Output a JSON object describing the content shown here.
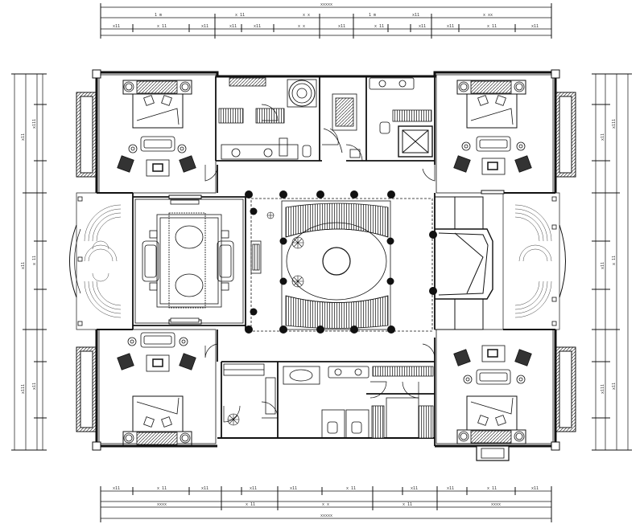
{
  "drawing": {
    "stroke_color": "#111111",
    "background": "#ffffff"
  },
  "dimensions": {
    "top_total": "xxxxx",
    "top_row2": [
      "1 m",
      "x 11",
      "x x",
      "1 m",
      "x11",
      "x xx"
    ],
    "top_row3": [
      "x11",
      "x 11",
      "x11",
      "x11",
      "x11",
      "x x",
      "x11",
      "x 11",
      "x11",
      "x11",
      "x 11",
      "x11"
    ],
    "bottom_row1": [
      "x11",
      "x 11",
      "x11",
      "x11",
      "x11",
      "x 11",
      "x11",
      "x11",
      "x 11",
      "x11"
    ],
    "bottom_row2": [
      "xxxx",
      "x 11",
      "x x",
      "x 11",
      "xxxx"
    ],
    "bottom_total": "xxxxx",
    "left_labels": [
      "x11",
      "x111",
      "x11",
      "x 11",
      "x111",
      "x11"
    ],
    "right_labels": [
      "x11",
      "x111",
      "x11",
      "x 11",
      "x111",
      "x11"
    ]
  },
  "icons": [
    "bed-icon",
    "armchair-icon",
    "sofa-icon",
    "dining-table-icon",
    "toilet-icon",
    "sink-icon",
    "bathtub-icon",
    "stair-icon",
    "elevator-icon",
    "column-icon",
    "tree-icon"
  ]
}
